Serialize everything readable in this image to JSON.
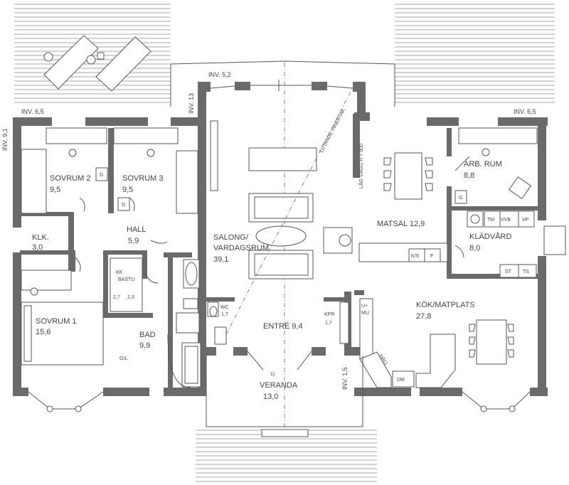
{
  "rooms": {
    "sovrum2_name": "SOVRUM 2",
    "sovrum2_area": "9,5",
    "sovrum3_name": "SOVRUM 3",
    "sovrum3_area": "9,5",
    "hall_name": "HALL",
    "hall_area": "5,9",
    "klk_name": "KLK.",
    "klk_area": "3,0",
    "sovrum1_name": "SOVRUM 1",
    "sovrum1_area": "15,6",
    "bad_name": "BAD",
    "bad_area": "9,9",
    "bastu_name": "BASTU",
    "salong_name1": "SALONG/",
    "salong_name2": "VARDAGSRUM",
    "salong_area": "39,1",
    "entre_label": "ENTRÉ 9,4",
    "veranda_name": "VERANDA",
    "veranda_area": "13,0",
    "matsal_label": "MATSAL 12,9",
    "arbrum_name": "ARB. RUM",
    "arbrum_area": "8,8",
    "kladvard_name": "KLÄDVÅRD",
    "kladvard_area": "8,0",
    "kok_name": "KÖK/MATPLATS",
    "kok_area": "27,8",
    "wc_name": "WC",
    "wc_area": "1,7",
    "kpr_name": "KPR",
    "kpr_area": "1,7"
  },
  "levels": {
    "inv_left": "INV. 6,5",
    "inv_right": "INV. 6,5",
    "inv_top": "INV. 5,2",
    "inv_13": "INV. 13",
    "inv_91": "INV. 9,1",
    "inv_15": "INV. 1,5"
  },
  "notes": {
    "lag_vagg": "LÅG VÄGG H = 900",
    "lutande": "LUTANDE INNERTAK",
    "hall_small": "HALL",
    "veranda_mark": "1)"
  },
  "fixtures": {
    "g1": "G",
    "g2": "G",
    "g3": "G",
    "gl": "G/L",
    "tm": "TM",
    "vvb": "VVB",
    "vp": "VP",
    "st": "ST",
    "ts": "TS",
    "ks": "K/S",
    "f": "F",
    "dm": "DM",
    "bastu_27": "2,7",
    "bastu_23": "2,3",
    "bastu_kk": "KK",
    "up_mu": "U+",
    "mu": "MU"
  }
}
